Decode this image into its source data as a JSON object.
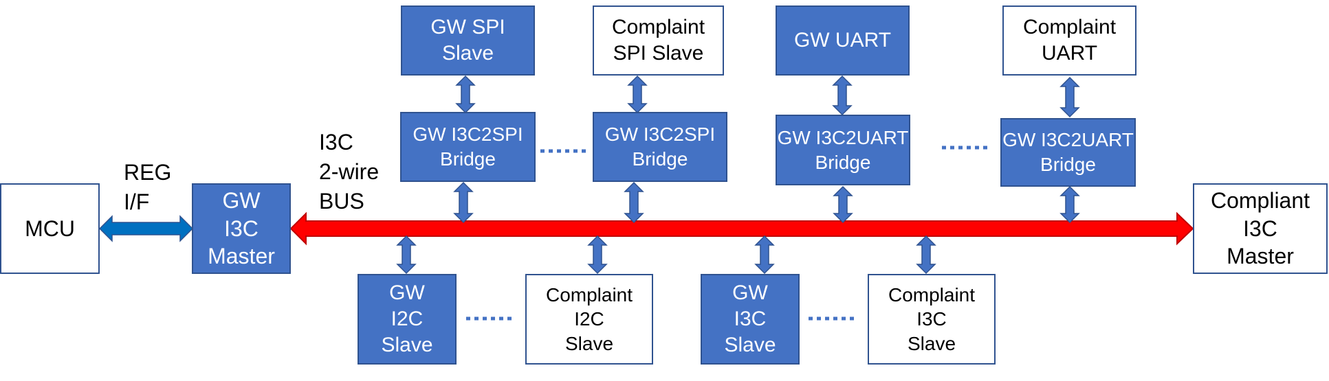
{
  "labels": {
    "reg_if": "REG\nI/F",
    "i3c_bus": "I3C\n2-wire\nBUS"
  },
  "boxes": {
    "mcu": "MCU",
    "gw_i3c_master": "GW\nI3C\nMaster",
    "compliant_i3c_master": "Compliant\nI3C\nMaster",
    "gw_spi_slave": "GW SPI\nSlave",
    "complaint_spi_slave": "Complaint\nSPI  Slave",
    "gw_uart": "GW UART",
    "complaint_uart": "Complaint\nUART",
    "gw_i3c2spi_bridge_1": "GW I3C2SPI\nBridge",
    "gw_i3c2spi_bridge_2": "GW I3C2SPI\nBridge",
    "gw_i3c2uart_bridge_1": "GW I3C2UART\nBridge",
    "gw_i3c2uart_bridge_2": "GW I3C2UART\nBridge",
    "gw_i2c_slave": "GW\nI2C\nSlave",
    "complaint_i2c_slave": "Complaint\nI2C\nSlave",
    "gw_i3c_slave": "GW\nI3C\nSlave",
    "complaint_i3c_slave": "Complaint\nI3C\nSlave"
  },
  "colors": {
    "block_fill": "#4472C4",
    "block_border": "#2F528F",
    "bus_arrow": "#FF0000",
    "reg_arrow": "#0070C0",
    "connector_fill": "#4472C4",
    "ellipsis_dots": "#4472C4"
  }
}
